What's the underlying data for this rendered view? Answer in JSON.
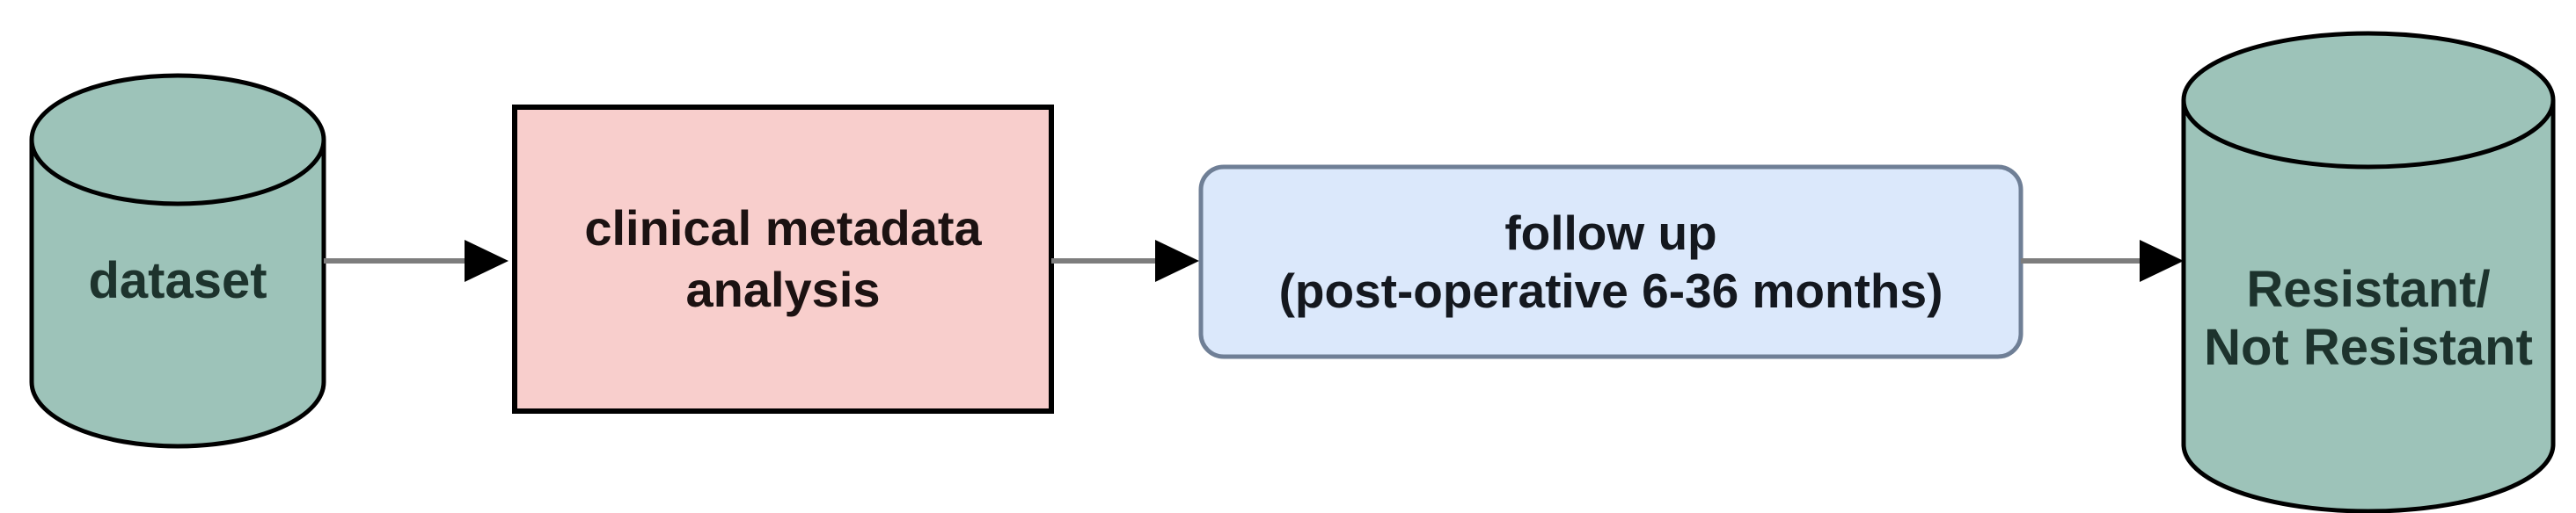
{
  "diagram": {
    "type": "flowchart",
    "background": "#ffffff",
    "colors": {
      "cylinder_fill": "#9dc3b9",
      "cylinder_stroke": "#000000",
      "process_fill": "#f8cecc",
      "process_stroke": "#000000",
      "followup_fill": "#dbe8fb",
      "followup_stroke": "#6f7f96",
      "arrow_line": "#7d7d7d",
      "arrow_head": "#000000"
    },
    "nodes": {
      "dataset": {
        "shape": "cylinder",
        "label": "dataset"
      },
      "analysis": {
        "shape": "rectangle",
        "label": "clinical metadata\nanalysis"
      },
      "followup": {
        "shape": "rounded-rectangle",
        "label": "follow up\n(post-operative 6-36 months)"
      },
      "outcome": {
        "shape": "cylinder",
        "label": "Resistant/\nNot Resistant"
      }
    },
    "edges": [
      {
        "from": "dataset",
        "to": "analysis"
      },
      {
        "from": "analysis",
        "to": "followup"
      },
      {
        "from": "followup",
        "to": "outcome"
      }
    ]
  }
}
